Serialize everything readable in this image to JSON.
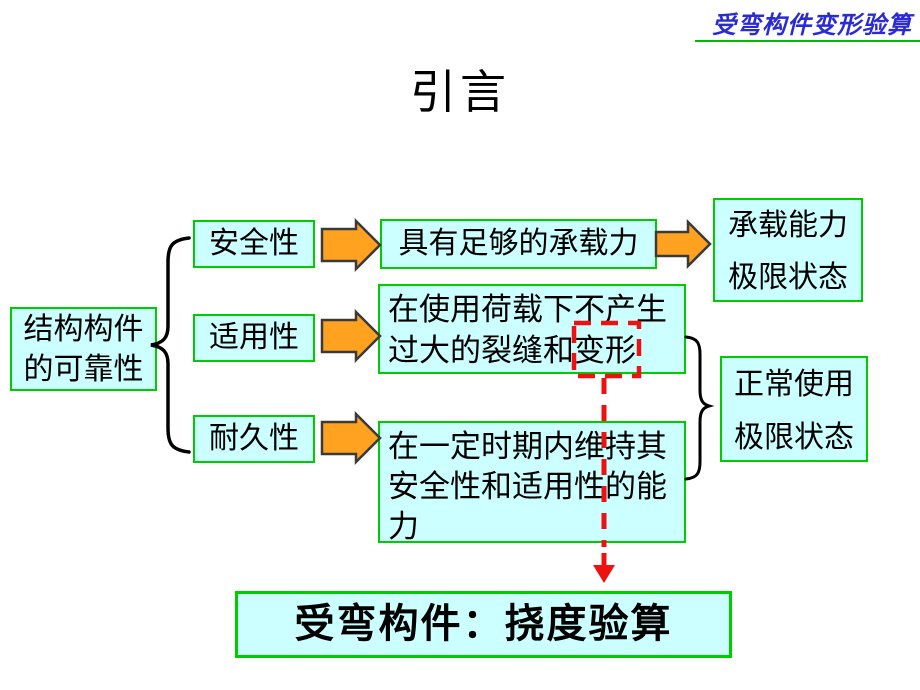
{
  "slide": {
    "header": {
      "title": "受弯构件变形验算"
    },
    "page_title": "引言",
    "diagram": {
      "reliability": "结构构件\n的可靠性",
      "attributes": [
        {
          "label": "安全性",
          "desc": "具有足够的承载力"
        },
        {
          "label": "适用性",
          "desc": "在使用荷载下不产生\n过大的裂缝和变形"
        },
        {
          "label": "耐久性",
          "desc": "在一定时期内维持其\n安全性和适用性的能\n力"
        }
      ],
      "limit_states": {
        "ultimate": "承载能力\n极限状态",
        "serviceability": "正常使用\n极限状态"
      },
      "highlighted_term": "变形",
      "conclusion": "受弯构件：挠度验算"
    },
    "colors": {
      "box_fill": "#CCFFFF",
      "box_border": "#00CC00",
      "arrow_fill": "#FFA21F",
      "arrow_outline": "#3A3A3A",
      "highlight_red": "#EE1111",
      "header_blue": "#2B2BD5",
      "header_rule_green": "#00BB00",
      "brace_black": "#000000"
    }
  }
}
